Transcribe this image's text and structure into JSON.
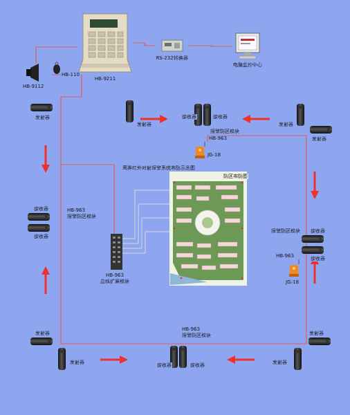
{
  "diagram": {
    "nodes": [
      {
        "text": [
          "HB-9211"
        ]
      },
      {
        "text": [
          "RS-232转换器"
        ]
      },
      {
        "text": [
          "电脑监控中心"
        ]
      }
    ],
    "edges": [
      {
        "from": 0,
        "to": 1,
        "arrow": "none"
      },
      {
        "from": 1,
        "to": 2,
        "arrow": "none"
      }
    ],
    "labels": [
      "HB-9112",
      "HB-110",
      "发射器",
      "发射器",
      "接收器",
      "接收器",
      "报警防区模块",
      "HB-963",
      "JG-18",
      "发射器",
      "发射器",
      "HB-963",
      "报警防区模块",
      "接收器",
      "接收器",
      "报警防区模块",
      "HB-963",
      "JG-18",
      "接收器",
      "接收器",
      "发射器",
      "发射器",
      "HB-963",
      "报警防区模块",
      "接收器",
      "接收器",
      "发射器",
      "发射器",
      "周界红外对射报警系统布防示意图",
      "防区布防图",
      "HB-963",
      "总线扩展模块"
    ]
  }
}
